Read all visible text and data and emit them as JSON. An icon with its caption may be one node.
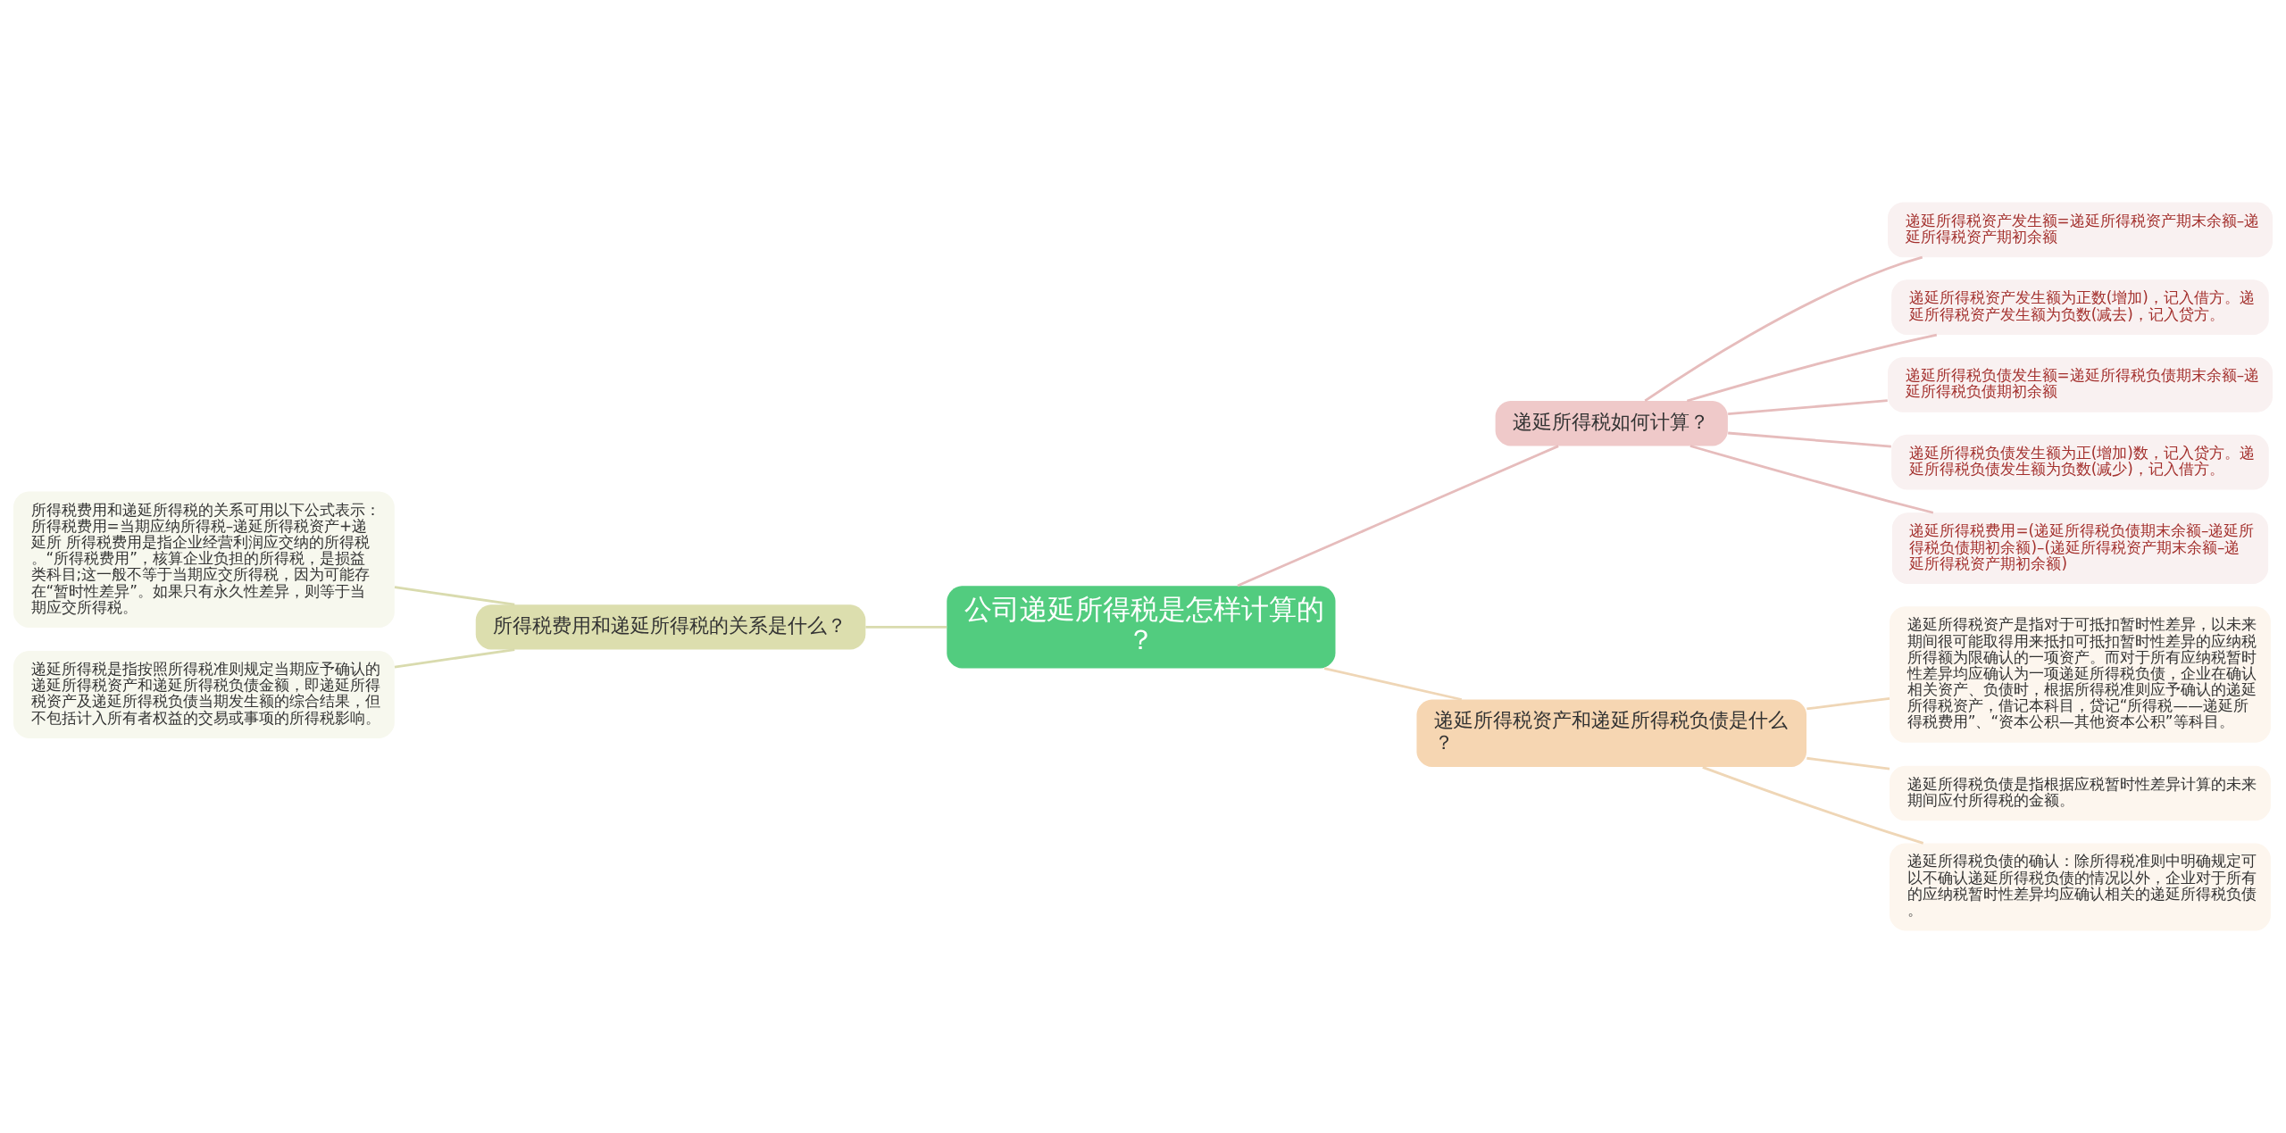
{
  "diagram": {
    "nodes": [
      {
        "text": [
          "公司递延所得税是怎样计算的？"
        ]
      },
      {
        "text": [
          "递延所得税如何计算？"
        ]
      },
      {
        "text": [
          "递延所得税资产发生额=递延所得税资产期末余额–递延所得税资产期初余额"
        ]
      },
      {
        "text": [
          "递延所得税资产发生额为正数(增加)，记入借方。递延所得税资产发生额为负数(减去)，记入贷方。"
        ]
      },
      {
        "text": [
          "递延所得税负债发生额=递延所得税负债期末余额–递延所得税负债期初余额"
        ]
      },
      {
        "text": [
          "递延所得税负债发生额为正(增加)数，记入贷方。递延所得税负债发生额为负数(减少)，记入借方。"
        ]
      },
      {
        "text": [
          "递延所得税费用=(递延所得税负债期末余额–递延所得税负债期初余额)–(递延所得税资产期末余额–递延所得税资产期初余额)"
        ]
      },
      {
        "text": [
          "递延所得税资产和递延所得税负债是什么？"
        ]
      },
      {
        "text": [
          "递延所得税资产是指对于可抵扣暂时性差异，以未来期间很可能取得用来抵扣可抵扣暂时性差异的应纳税所得额为限确认的一项资产。而对于所有应纳税暂时性差异均应确认为一项递延所得税负债，企业在确认相关资产、负债时，根据所得税准则应予确认的递延所得税资产，借记本科目，贷记“所得税——递延所得税费用”、“资本公积—其他资本公积”等科目。"
        ]
      },
      {
        "text": [
          "递延所得税负债是指根据应税暂时性差异计算的未来期间应付所得税的金额。"
        ]
      },
      {
        "text": [
          "递延所得税负债的确认：除所得税准则中明确规定可以不确认递延所得税负债的情况以外，企业对于所有的应纳税暂时性差异均应确认相关的递延所得税负债。"
        ]
      },
      {
        "text": [
          "所得税费用和递延所得税的关系是什么？"
        ]
      },
      {
        "text": [
          "所得税费用和递延所得税的关系可用以下公式表示：所得税费用=当期应纳所得税–递延所得税资产+递延所 所得税费用是指企业经营利润应交纳的所得税。“所得税费用”，核算企业负担的所得税，是损益类科目;这一般不等于当期应交所得税，因为可能存在“暂时性差异”。如果只有永久性差异，则等于当期应交所得税。"
        ]
      },
      {
        "text": [
          "递延所得税是指按照所得税准则规定当期应予确认的递延所得税资产和递延所得税负债金额，即递延所得税资产及递延所得税负债当期发生额的综合结果，但不包括计入所有者权益的交易或事项的所得税影响。"
        ]
      }
    ],
    "edges": [
      {
        "from": 0,
        "to": 1,
        "arrow": "none",
        "color": "#e6bcbc"
      },
      {
        "from": 1,
        "to": 2,
        "arrow": "none",
        "color": "#e6bcbc"
      },
      {
        "from": 1,
        "to": 3,
        "arrow": "none",
        "color": "#e6bcbc"
      },
      {
        "from": 1,
        "to": 4,
        "arrow": "none",
        "color": "#e6bcbc"
      },
      {
        "from": 1,
        "to": 5,
        "arrow": "none",
        "color": "#e6bcbc"
      },
      {
        "from": 1,
        "to": 6,
        "arrow": "none",
        "color": "#e6bcbc"
      },
      {
        "from": 0,
        "to": 7,
        "arrow": "none",
        "color": "#efd6b6"
      },
      {
        "from": 7,
        "to": 8,
        "arrow": "none",
        "color": "#efd6b6"
      },
      {
        "from": 7,
        "to": 9,
        "arrow": "none",
        "color": "#efd6b6"
      },
      {
        "from": 7,
        "to": 10,
        "arrow": "none",
        "color": "#efd6b6"
      },
      {
        "from": 0,
        "to": 11,
        "arrow": "none",
        "color": "#d9dbae"
      },
      {
        "from": 11,
        "to": 12,
        "arrow": "none",
        "color": "#d9dbae"
      },
      {
        "from": 11,
        "to": 13,
        "arrow": "none",
        "color": "#d9dbae"
      }
    ]
  }
}
